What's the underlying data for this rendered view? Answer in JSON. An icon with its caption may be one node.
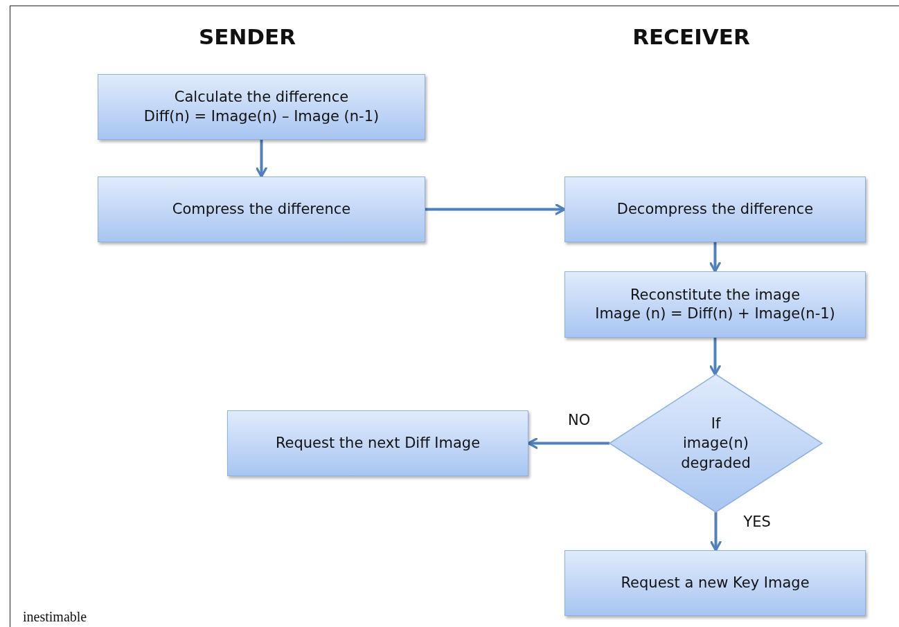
{
  "diagram": {
    "nodes": [
      {
        "text": [
          "Calculate the difference",
          "Diff(n) = Image(n) – Image (n-1)"
        ]
      },
      {
        "text": [
          "Compress the difference"
        ]
      },
      {
        "text": [
          "Decompress the difference"
        ]
      },
      {
        "text": [
          "Reconstitute the image",
          "Image (n) = Diff(n) + Image(n-1)"
        ]
      },
      {
        "text": [
          "If image(n) degraded"
        ]
      },
      {
        "text": [
          "Request the next Diff Image"
        ]
      },
      {
        "text": [
          "Request a new Key Image"
        ]
      }
    ],
    "edges": [
      {
        "from": 0,
        "to": 1,
        "arrow": "to"
      },
      {
        "from": 1,
        "to": 2,
        "arrow": "to"
      },
      {
        "from": 2,
        "to": 3,
        "arrow": "to"
      },
      {
        "from": 3,
        "to": 4,
        "arrow": "to"
      },
      {
        "from": 4,
        "to": 5,
        "arrow": "to",
        "label": "NO"
      },
      {
        "from": 4,
        "to": 6,
        "arrow": "to",
        "label": "YES"
      }
    ],
    "labels": [
      "SENDER",
      "RECEIVER",
      "inestimable"
    ]
  }
}
